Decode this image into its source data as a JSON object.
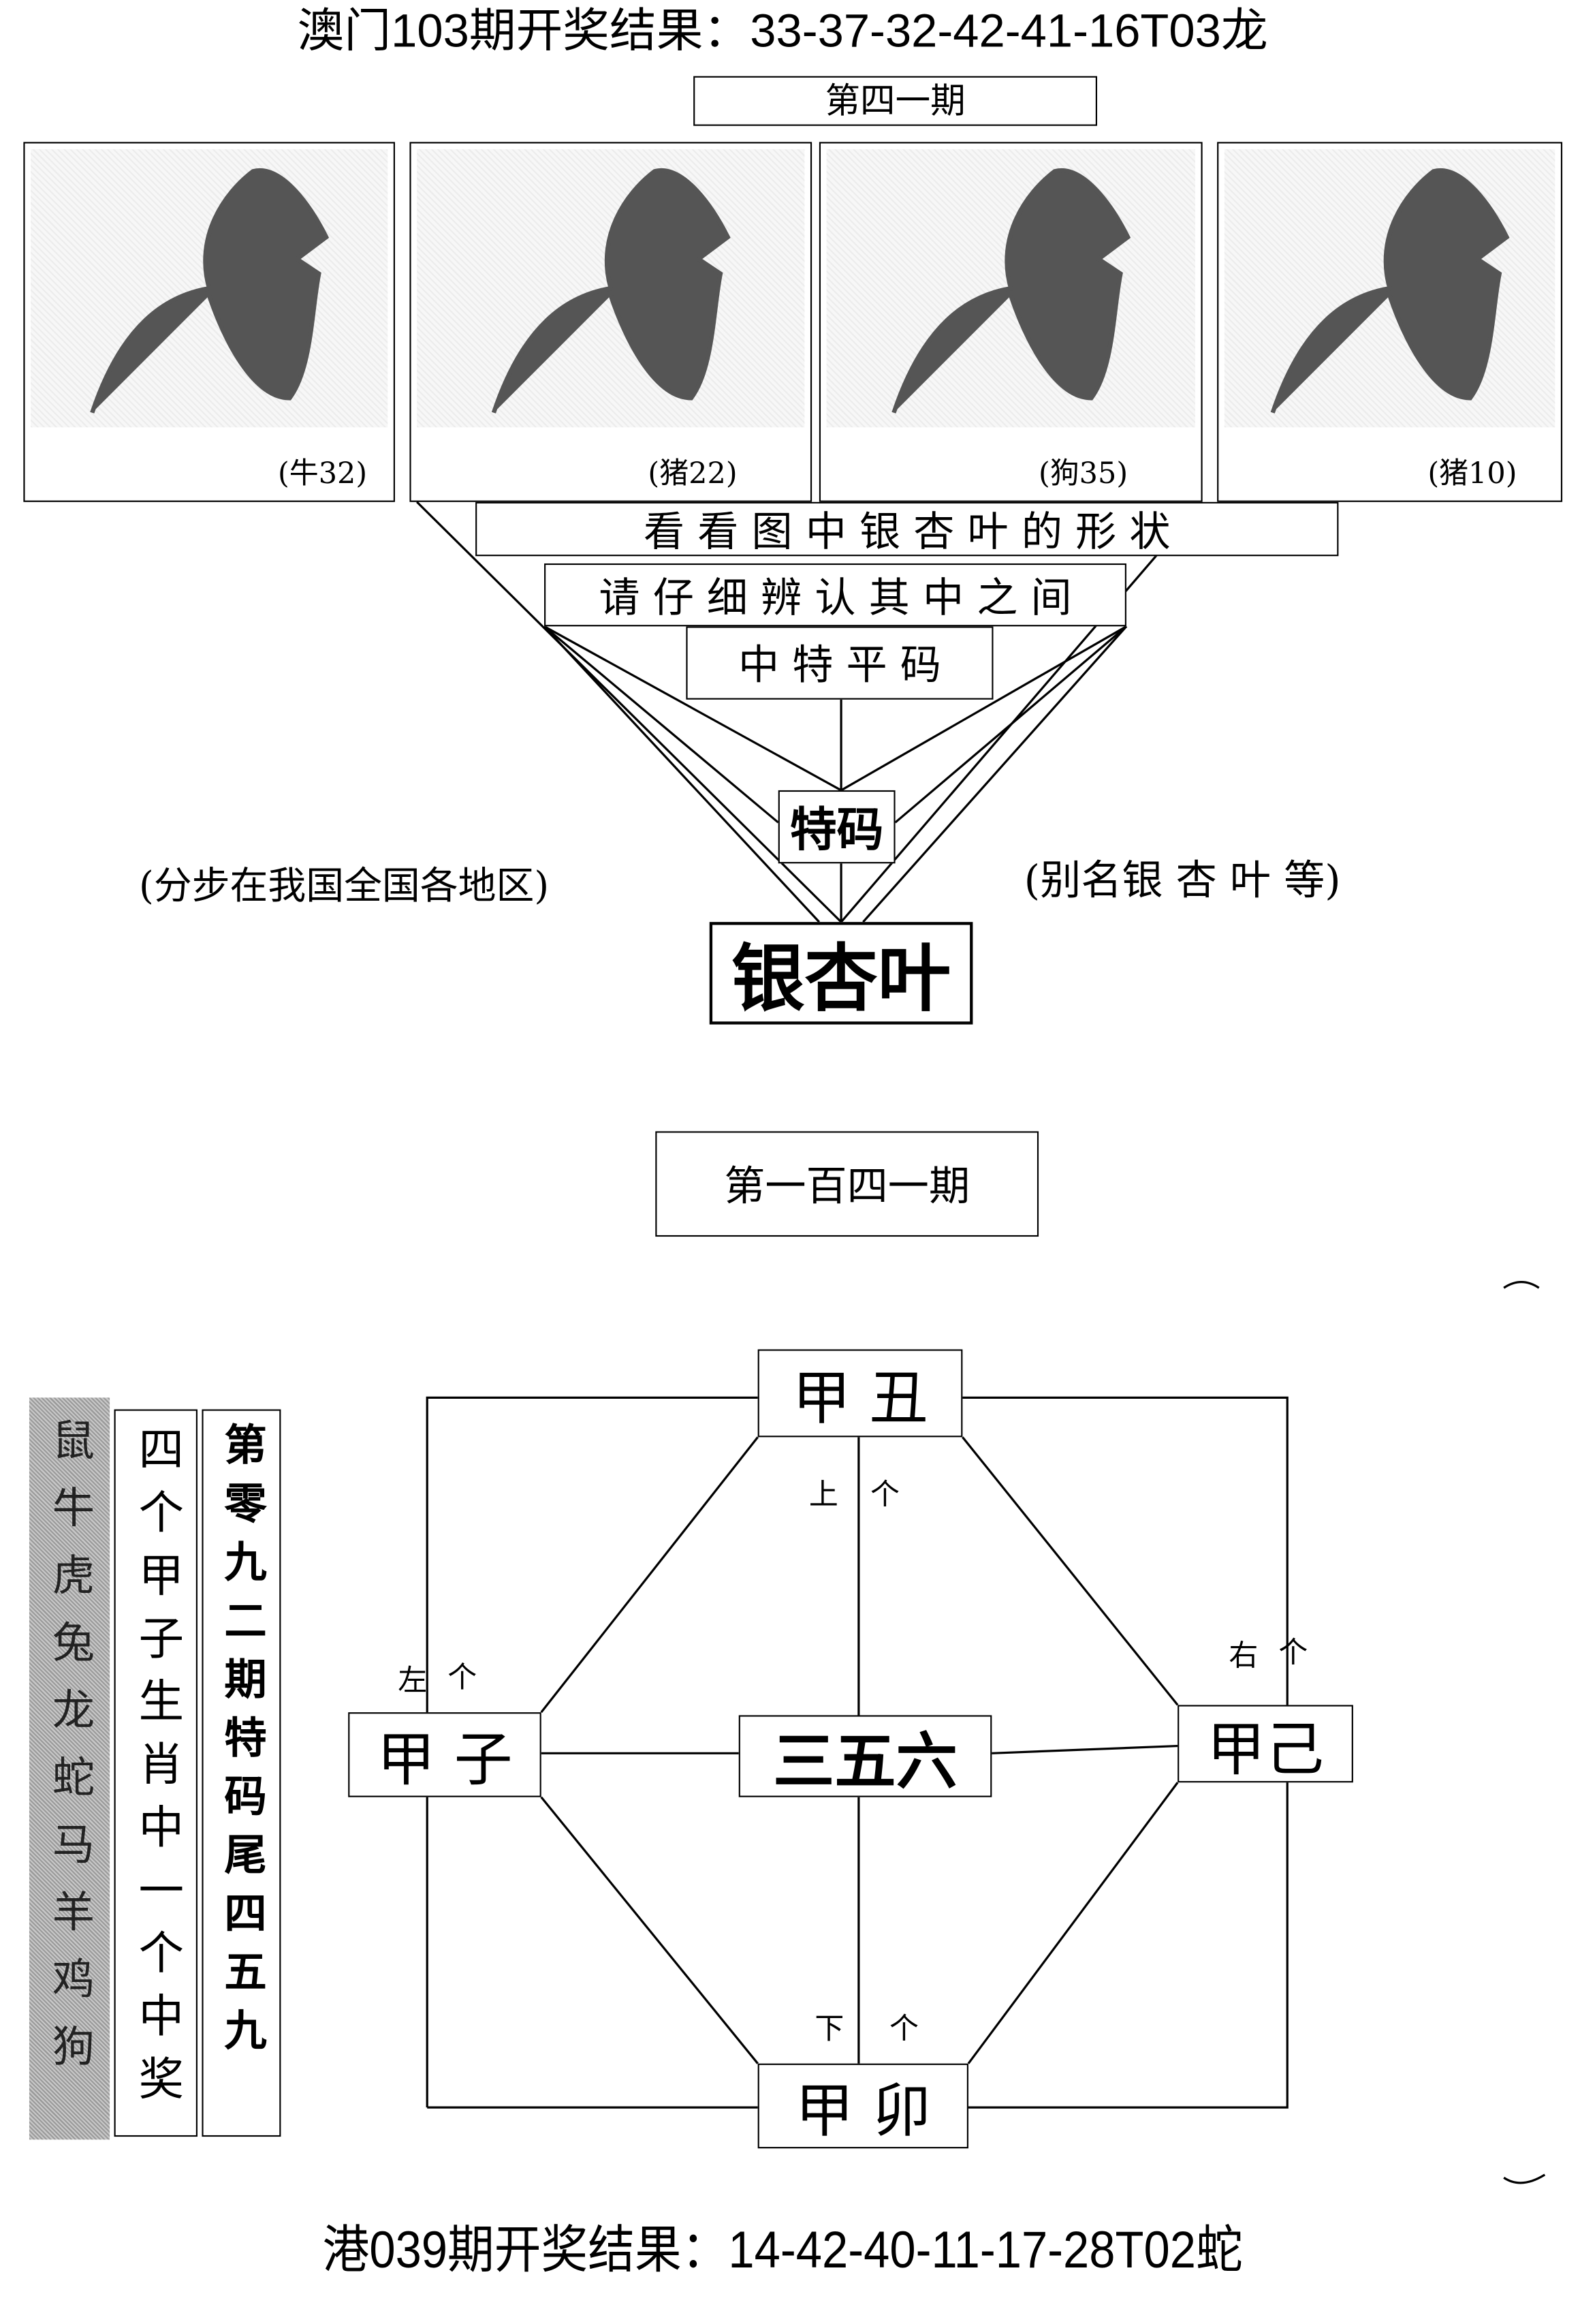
{
  "top_result": "澳门103期开奖结果：33-37-32-42-41-16T03龙",
  "top_period_box": "第四一期",
  "panels": [
    {
      "label": "(牛32)"
    },
    {
      "label": "(猪22)"
    },
    {
      "label": "(狗35)"
    },
    {
      "label": "(猪10)"
    }
  ],
  "riddle": {
    "line1": "看 看 图 中 银 杏 叶 的 形 状",
    "line2": "请 仔 细 辨 认 其 中 之 间",
    "line3": "中 特 平 码",
    "special": "特码",
    "left_note": "(分步在我国全国各地区)",
    "right_note": "(别名银 杏 叶 等)",
    "answer": "银杏叶"
  },
  "period_box": "第一百四一期",
  "columns": {
    "zodiac": "鼠牛虎兔龙蛇马羊鸡狗",
    "hint": "四个甲子生肖中一个中奖",
    "tail": "第零九二期特码尾四五九"
  },
  "diagram": {
    "top": "甲 丑",
    "left": "甲 子",
    "right": "甲己",
    "bottom": "甲 卯",
    "center": "三五六",
    "top_label": [
      "上",
      "个"
    ],
    "left_label": [
      "左",
      "个"
    ],
    "right_label": [
      "右",
      "个"
    ],
    "bottom_label": [
      "下",
      "个"
    ]
  },
  "bottom_result": "港039期开奖结果：14-42-40-11-17-28T02蛇"
}
